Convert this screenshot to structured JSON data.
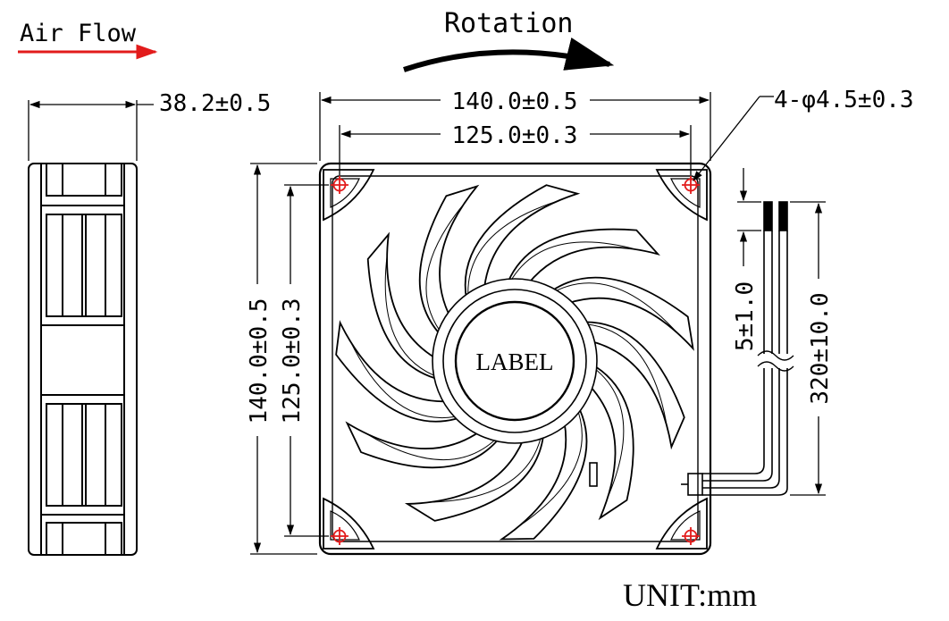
{
  "airflow": {
    "label": "Air Flow",
    "arrow_color": "#e21b1b"
  },
  "rotation": {
    "label": "Rotation"
  },
  "dimensions": {
    "depth": "38.2±0.5",
    "width_outer": "140.0±0.5",
    "width_hole": "125.0±0.3",
    "height_outer": "140.0±0.5",
    "height_hole": "125.0±0.3",
    "mount_holes": "4-φ4.5±0.3",
    "strip_length": "5±1.0",
    "lead_length": "320±10.0"
  },
  "hub_label": "LABEL",
  "unit": "UNIT:mm",
  "colors": {
    "line": "#000000",
    "hole_mark": "#e21b1b"
  }
}
